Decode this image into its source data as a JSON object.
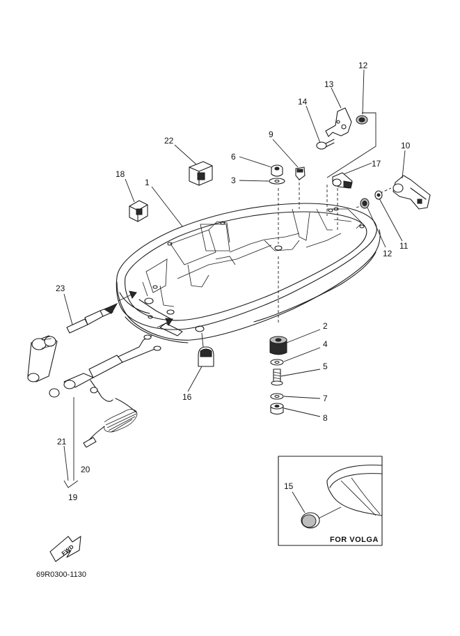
{
  "callouts": [
    {
      "id": "c1",
      "text": "1"
    },
    {
      "id": "c2",
      "text": "2"
    },
    {
      "id": "c3",
      "text": "3"
    },
    {
      "id": "c4",
      "text": "4"
    },
    {
      "id": "c5",
      "text": "5"
    },
    {
      "id": "c6",
      "text": "6"
    },
    {
      "id": "c7",
      "text": "7"
    },
    {
      "id": "c8",
      "text": "8"
    },
    {
      "id": "c9",
      "text": "9"
    },
    {
      "id": "c10",
      "text": "10"
    },
    {
      "id": "c11",
      "text": "11"
    },
    {
      "id": "c12a",
      "text": "12"
    },
    {
      "id": "c12b",
      "text": "12"
    },
    {
      "id": "c13",
      "text": "13"
    },
    {
      "id": "c14",
      "text": "14"
    },
    {
      "id": "c15",
      "text": "15"
    },
    {
      "id": "c16",
      "text": "16"
    },
    {
      "id": "c17",
      "text": "17"
    },
    {
      "id": "c18",
      "text": "18"
    },
    {
      "id": "c19",
      "text": "19"
    },
    {
      "id": "c20",
      "text": "20"
    },
    {
      "id": "c21",
      "text": "21"
    },
    {
      "id": "c22",
      "text": "22"
    },
    {
      "id": "c23",
      "text": "23"
    }
  ],
  "inset": {
    "note": "FOR VOLGA"
  },
  "fwd_label": "FWD",
  "diagram_code": "69R0300-1130"
}
